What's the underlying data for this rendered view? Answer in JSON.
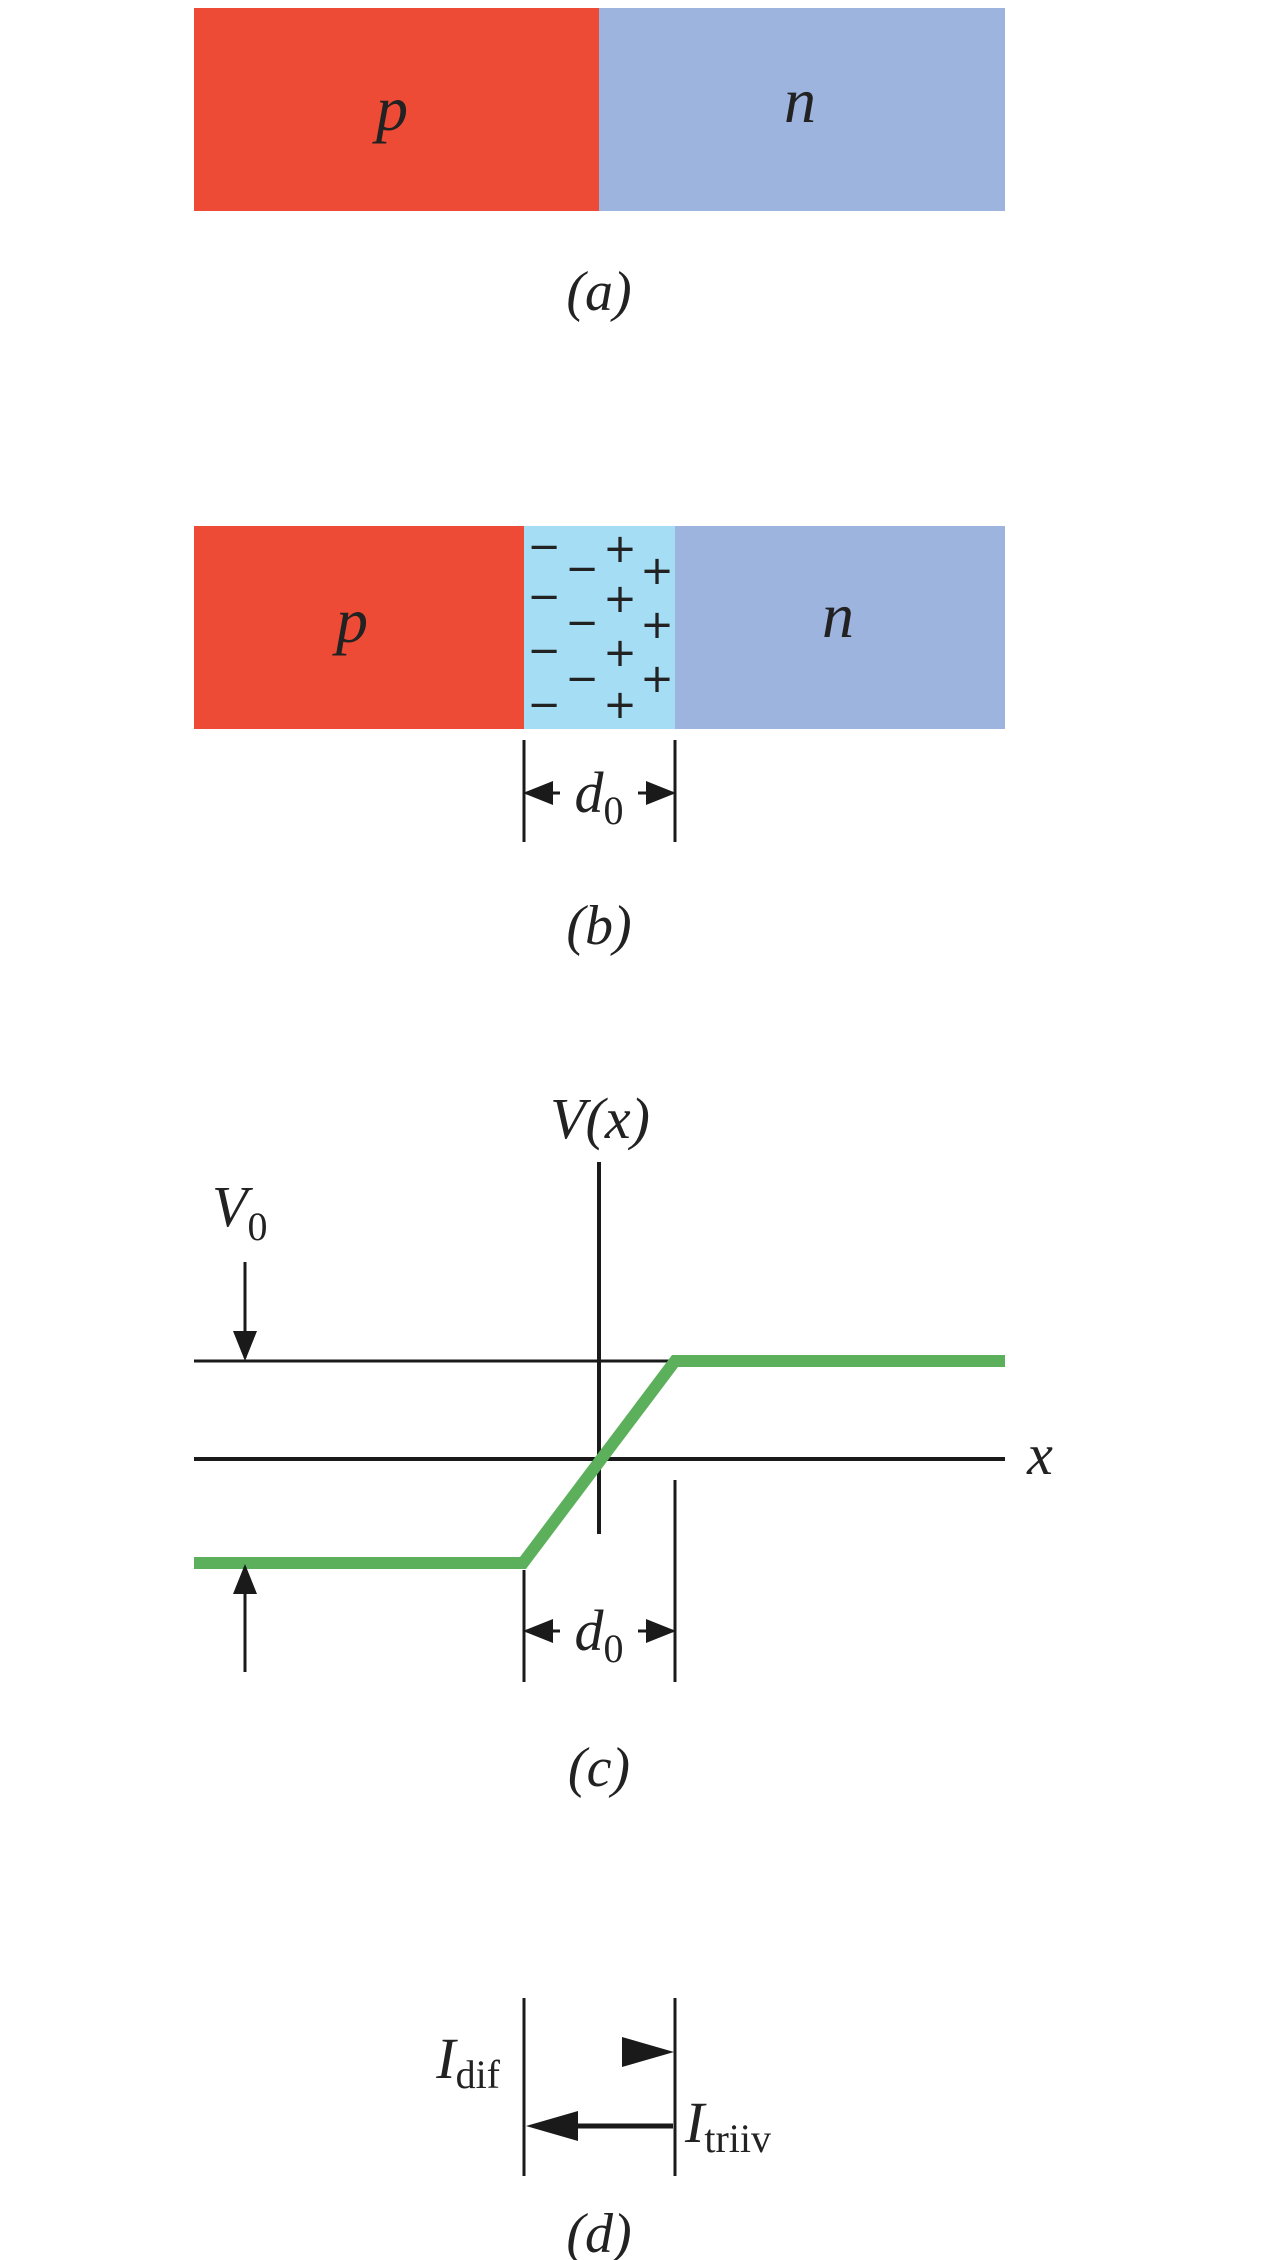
{
  "colors": {
    "p_region": "#EE4B36",
    "n_region": "#9CB4DE",
    "depletion_region": "#A4DDF4",
    "potential_curve": "#5CB05C",
    "ink": "#1A1A1A"
  },
  "panel_a": {
    "p_label": "p",
    "n_label": "n",
    "caption": "(a)"
  },
  "panel_b": {
    "p_label": "p",
    "n_label": "n",
    "negative_charge": "−",
    "positive_charge": "+",
    "width_label": "d",
    "width_subscript": "0",
    "caption": "(b)"
  },
  "panel_c": {
    "y_axis_label": "V(x)",
    "x_axis_label": "x",
    "barrier_label": "V",
    "barrier_subscript": "0",
    "width_label": "d",
    "width_subscript": "0",
    "caption": "(c)"
  },
  "panel_d": {
    "diffusion_current": "I",
    "diffusion_subscript": "dif",
    "drift_current": "I",
    "drift_subscript": "triiv",
    "caption": "(d)"
  }
}
